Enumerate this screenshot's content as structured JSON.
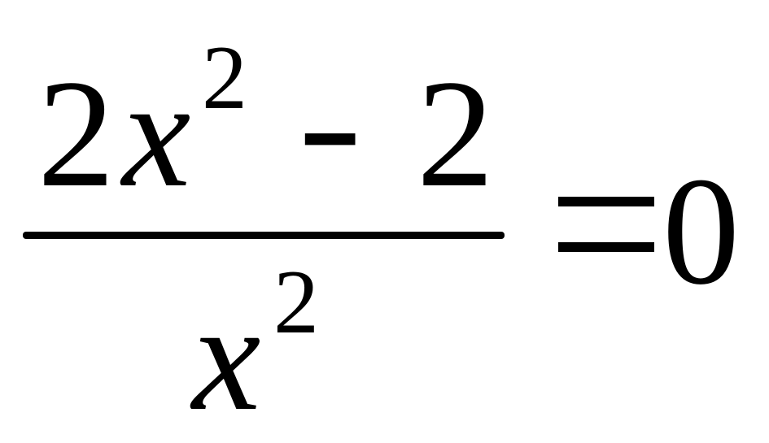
{
  "equation": {
    "numerator": {
      "coefficient": "2",
      "variable": "x",
      "exponent": "2",
      "operator": "-",
      "constant": "2"
    },
    "denominator": {
      "variable": "x",
      "exponent": "2"
    },
    "relation": "=",
    "result": "0"
  }
}
